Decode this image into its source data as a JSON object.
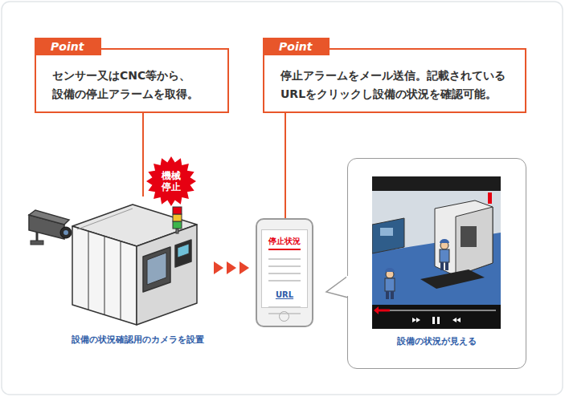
{
  "diagram": {
    "nodes": [
      {
        "text": [
          "Point",
          "センサー又はCNC等から、 設備の停止アラームを取得。"
        ]
      },
      {
        "text": [
          "Point",
          "停止アラームをメール送信。記載されている URLをクリックし設備の状況を確認可能。"
        ]
      },
      {
        "text": [
          "設備の状況確認用のカメラを設置"
        ]
      },
      {
        "text": [
          "機械 停止"
        ],
        "in": 2
      },
      {
        "text": [
          "停止状況",
          "URL"
        ]
      },
      {
        "text": [
          "設備の状況が見える"
        ]
      }
    ],
    "edges": [
      {
        "from": 0,
        "to": 2,
        "arrow": "none"
      },
      {
        "from": 1,
        "to": 4,
        "arrow": "none"
      },
      {
        "from": 2,
        "to": 4,
        "arrow": "to"
      }
    ]
  }
}
